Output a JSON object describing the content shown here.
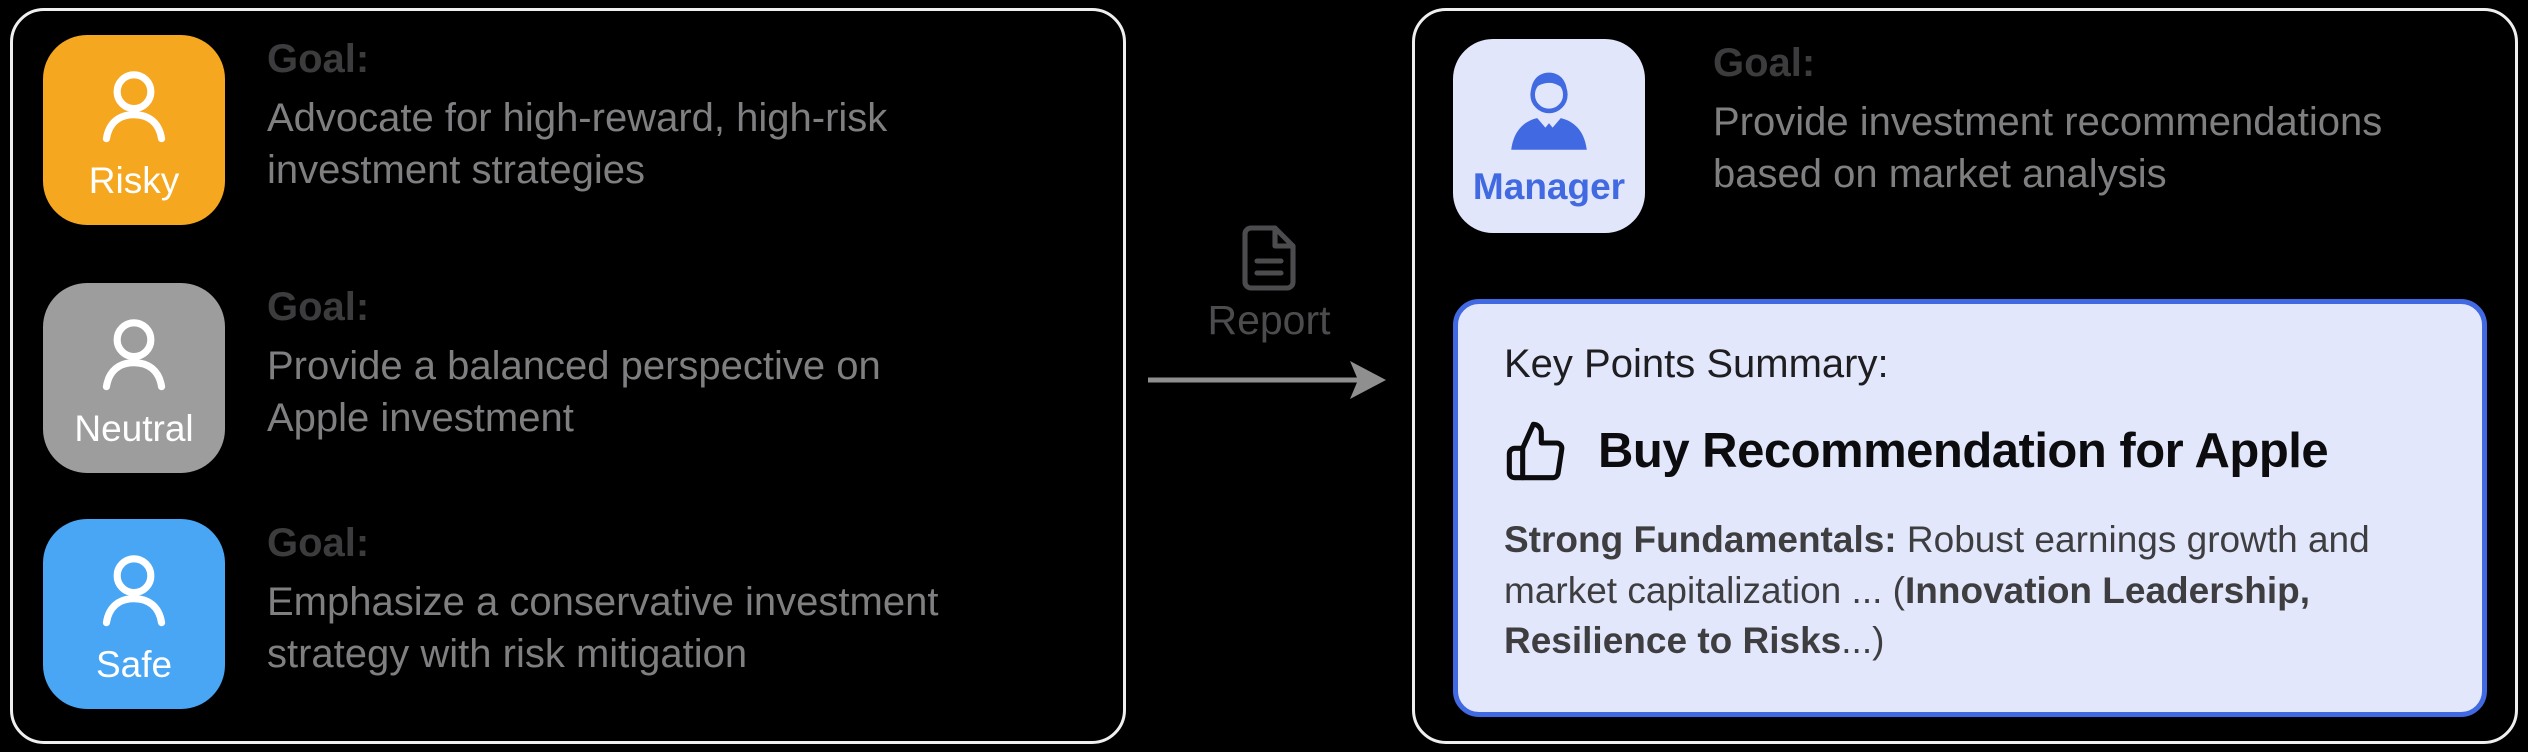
{
  "left_panel": {
    "agents": [
      {
        "name": "Risky",
        "color": "#F5A71F",
        "icon": "person-icon",
        "goal_label": "Goal:",
        "goal": "Advocate for high-reward, high-risk investment strategies"
      },
      {
        "name": "Neutral",
        "color": "#9D9D9D",
        "icon": "person-icon",
        "goal_label": "Goal:",
        "goal": "Provide a balanced perspective on Apple investment"
      },
      {
        "name": "Safe",
        "color": "#48A6F4",
        "icon": "person-icon",
        "goal_label": "Goal:",
        "goal": "Emphasize a conservative investment strategy with risk mitigation"
      }
    ]
  },
  "connector": {
    "label": "Report",
    "icon": "document-icon",
    "arrow_icon": "arrow-right-icon",
    "text_color": "#4C4C4F",
    "arrow_color": "#8F8F8F"
  },
  "right_panel": {
    "manager": {
      "name": "Manager",
      "icon": "manager-person-icon",
      "chip_bg": "#E2E6FA",
      "accent": "#4169E1",
      "goal_label": "Goal:",
      "goal": "Provide investment recommendations based on market analysis"
    },
    "summary": {
      "title": "Key Points Summary:",
      "icon": "thumbs-up-icon",
      "headline": "Buy Recommendation for Apple",
      "bg": "#E3E7FB",
      "border": "#4169E1",
      "body_segments": [
        {
          "text": "Strong Fundamentals:",
          "bold": true
        },
        {
          "text": " Robust earnings growth and market capitalization ... (",
          "bold": false
        },
        {
          "text": "Innovation Leadership, Resilience to Risks",
          "bold": true
        },
        {
          "text": "...)",
          "bold": false
        }
      ]
    }
  }
}
